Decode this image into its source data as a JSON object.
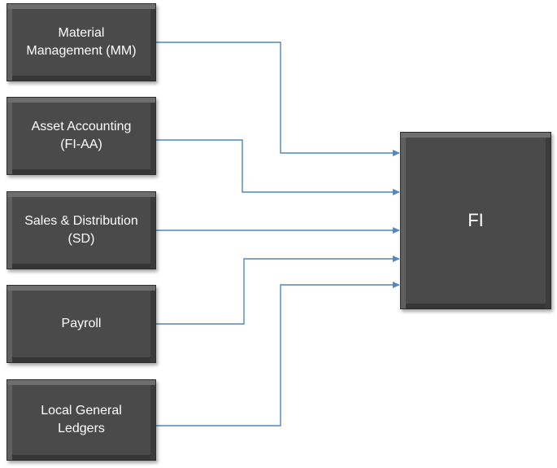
{
  "diagram": {
    "sources": [
      {
        "id": "mm",
        "label": "Material\nManagement (MM)"
      },
      {
        "id": "aa",
        "label": "Asset Accounting\n(FI-AA)"
      },
      {
        "id": "sd",
        "label": "Sales & Distribution\n(SD)"
      },
      {
        "id": "pay",
        "label": "Payroll"
      },
      {
        "id": "lgl",
        "label": "Local General\nLedgers"
      }
    ],
    "target": {
      "id": "fi",
      "label": "FI"
    },
    "connections": [
      {
        "from": "mm",
        "to": "fi"
      },
      {
        "from": "aa",
        "to": "fi"
      },
      {
        "from": "sd",
        "to": "fi"
      },
      {
        "from": "pay",
        "to": "fi"
      },
      {
        "from": "lgl",
        "to": "fi"
      }
    ],
    "colors": {
      "box_fill": "#4a4a4a",
      "box_text": "#ffffff",
      "connector": "#4f86c6",
      "background": "#ffffff"
    }
  }
}
